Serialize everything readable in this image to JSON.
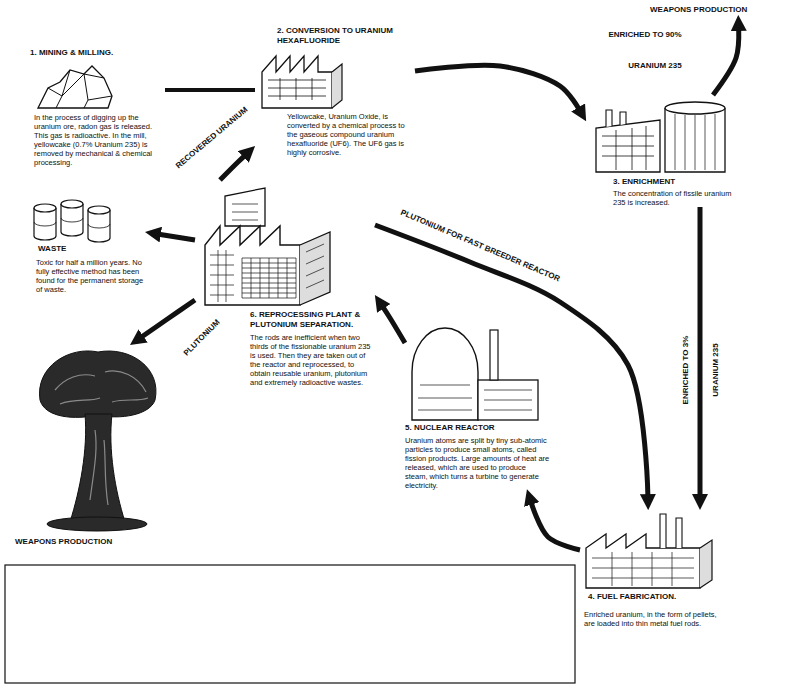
{
  "diagram": {
    "nodes": [
      {
        "text": [
          "1. MINING & MILLING.",
          "In the process of digging up the uranium ore, radon gas is released. This gas is radioactive. In the mill, yellowcake (0.7% Uranium 235) is removed by mechanical & chemical processing."
        ]
      },
      {
        "text": [
          "2. CONVERSION TO URANIUM HEXAFLUORIDE",
          "Yellowcake, Uranium Oxide, is converted by a chemical process to the gaseous compound uranium hexafluoride (UF6). The UF6 gas is highly corrosive."
        ]
      },
      {
        "text": [
          "3. ENRICHMENT",
          "The concentration of fissile uranium 235 is increased."
        ]
      },
      {
        "text": [
          "4. FUEL FABRICATION.",
          "Enriched uranium, in the form of pellets, are loaded into thin metal fuel rods."
        ]
      },
      {
        "text": [
          "5. NUCLEAR REACTOR",
          "Uranium atoms are split by tiny sub-atomic particles to produce small atoms, called fission products. Large amounts of heat are released, which are used to produce steam, which turns a turbine to generate electricity."
        ]
      },
      {
        "text": [
          "6. REPROCESSING PLANT & PLUTONIUM SEPARATION.",
          "The rods are inefficient when two thirds of the fissionable uranium 235 is used. Then they are taken out of the reactor and reprocessed, to obtain reusable uranium, plutonium and extremely radioactive wastes."
        ]
      },
      {
        "text": [
          "WASTE",
          "Toxic for half a million years. No fully effective method has been found for the permanent storage of waste."
        ]
      },
      {
        "text": [
          "WEAPONS PRODUCTION"
        ]
      },
      {
        "text": [
          "WEAPONS PRODUCTION"
        ]
      }
    ],
    "edges": [
      {
        "from": 0,
        "to": 1,
        "arrow": "none"
      },
      {
        "from": 1,
        "to": 2,
        "arrow": "to"
      },
      {
        "from": 2,
        "to": 7,
        "label": "ENRICHED TO 90%",
        "arrow": "to"
      },
      {
        "from": 2,
        "to": 3,
        "label": "ENRICHED TO 3%",
        "arrow": "to"
      },
      {
        "from": 3,
        "to": 4,
        "arrow": "to"
      },
      {
        "from": 4,
        "to": 5,
        "arrow": "to"
      },
      {
        "from": 5,
        "to": 1,
        "label": "RECOVERED URANIUM",
        "arrow": "to"
      },
      {
        "from": 5,
        "to": 3,
        "label": "PLUTONIUM FOR FAST BREEDER REACTOR",
        "arrow": "to"
      },
      {
        "from": 5,
        "to": 6,
        "arrow": "to"
      },
      {
        "from": 5,
        "to": 8,
        "label": "PLUTONIUM",
        "arrow": "to"
      }
    ],
    "labels": [
      "URANIUM 235",
      "URANIUM 235"
    ]
  }
}
